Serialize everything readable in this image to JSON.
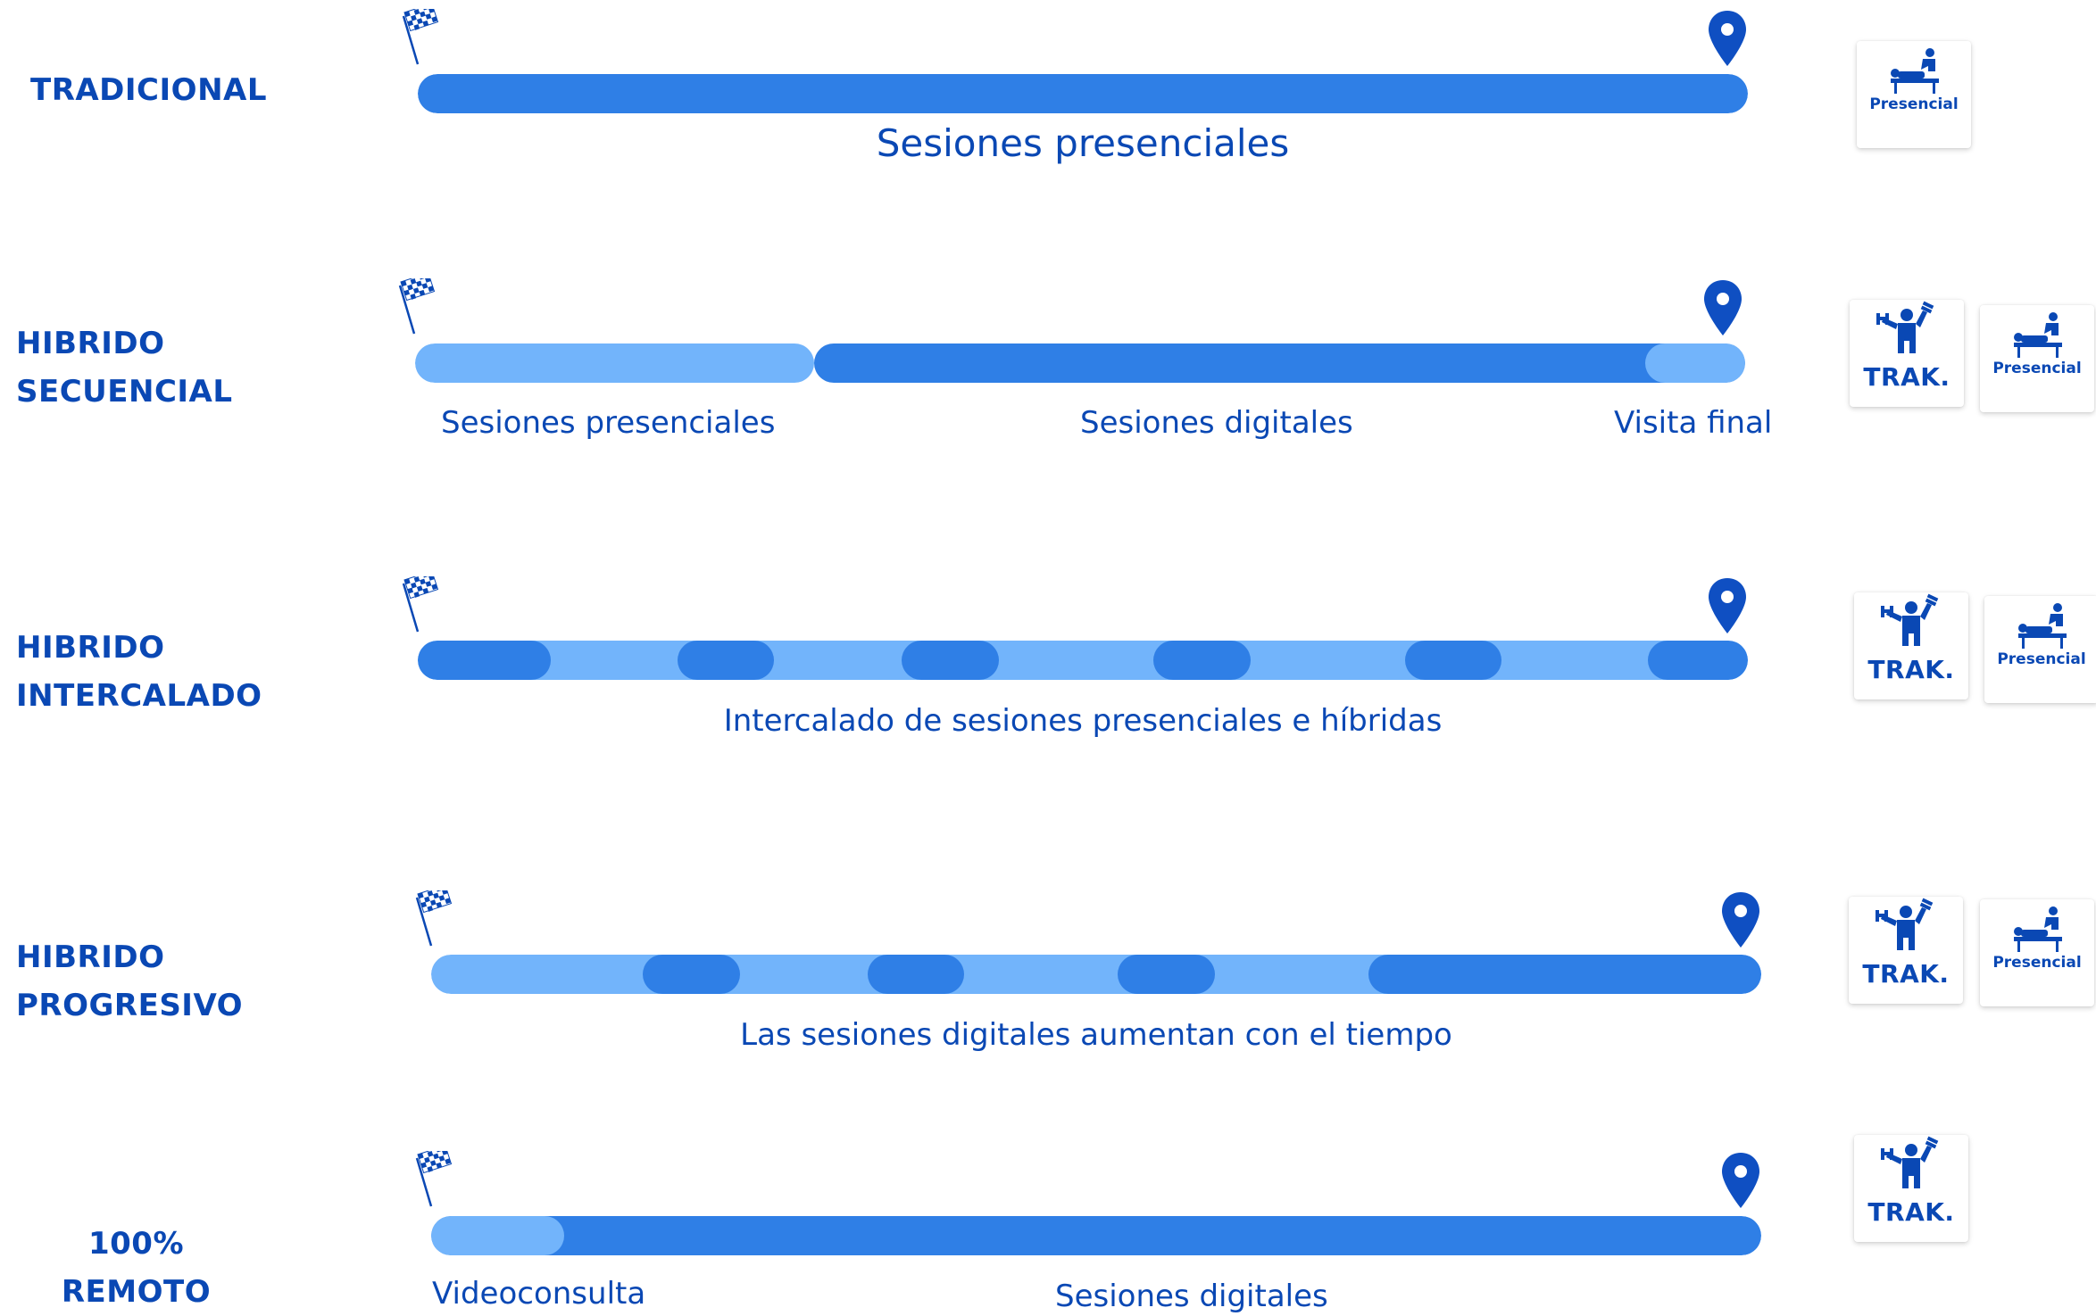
{
  "colors": {
    "primary_text": "#0a48b4",
    "dark_segment": "#2f7fe6",
    "light_segment": "#72b4fb",
    "pin": "#0f4fc2"
  },
  "icons": {
    "start": "checkered-flag-icon",
    "end": "location-pin-icon",
    "presencial": "physiotherapy-table-icon",
    "trak": "exercise-person-icon"
  },
  "rows": {
    "tradicional": {
      "label_lines": [
        "TRADICIONAL"
      ],
      "caption": "Sesiones presenciales",
      "segments": [
        {
          "start": 0,
          "end": 100,
          "tone": "dark"
        }
      ],
      "cards": [
        "presencial"
      ]
    },
    "secuencial": {
      "label_lines": [
        "HIBRIDO",
        "SECUENCIAL"
      ],
      "captions": [
        "Sesiones presenciales",
        "Sesiones digitales",
        "Visita final"
      ],
      "segments": [
        {
          "start": 0,
          "end": 30,
          "tone": "light"
        },
        {
          "start": 30,
          "end": 100,
          "tone": "dark"
        },
        {
          "start": 92.5,
          "end": 100,
          "tone": "light"
        }
      ],
      "cards": [
        "trak",
        "presencial"
      ]
    },
    "intercalado": {
      "label_lines": [
        "HIBRIDO",
        "INTERCALADO"
      ],
      "caption": "Intercalado de sesiones presenciales e híbridas",
      "segments": [
        {
          "start": 0,
          "end": 100,
          "tone": "light"
        },
        {
          "start": 0,
          "end": 10,
          "tone": "dark"
        },
        {
          "start": 19.5,
          "end": 26.8,
          "tone": "dark"
        },
        {
          "start": 36.4,
          "end": 43.7,
          "tone": "dark"
        },
        {
          "start": 55.3,
          "end": 62.6,
          "tone": "dark"
        },
        {
          "start": 74.2,
          "end": 81.5,
          "tone": "dark"
        },
        {
          "start": 92.5,
          "end": 100,
          "tone": "dark"
        }
      ],
      "cards": [
        "trak",
        "presencial"
      ]
    },
    "progresivo": {
      "label_lines": [
        "HIBRIDO",
        "PROGRESIVO"
      ],
      "caption": "Las sesiones digitales aumentan con el tiempo",
      "segments": [
        {
          "start": 0,
          "end": 100,
          "tone": "light"
        },
        {
          "start": 15.9,
          "end": 23.2,
          "tone": "dark"
        },
        {
          "start": 32.8,
          "end": 40.1,
          "tone": "dark"
        },
        {
          "start": 51.6,
          "end": 58.9,
          "tone": "dark"
        },
        {
          "start": 70.5,
          "end": 100,
          "tone": "dark"
        }
      ],
      "cards": [
        "trak",
        "presencial"
      ]
    },
    "remoto": {
      "label_lines": [
        "100%",
        "REMOTO"
      ],
      "captions": [
        "Videoconsulta",
        "Sesiones digitales"
      ],
      "segments": [
        {
          "start": 0,
          "end": 100,
          "tone": "dark"
        },
        {
          "start": 0,
          "end": 10,
          "tone": "light"
        }
      ],
      "cards": [
        "trak"
      ]
    }
  },
  "card_labels": {
    "presencial": "Presencial",
    "trak": "TRAK."
  }
}
